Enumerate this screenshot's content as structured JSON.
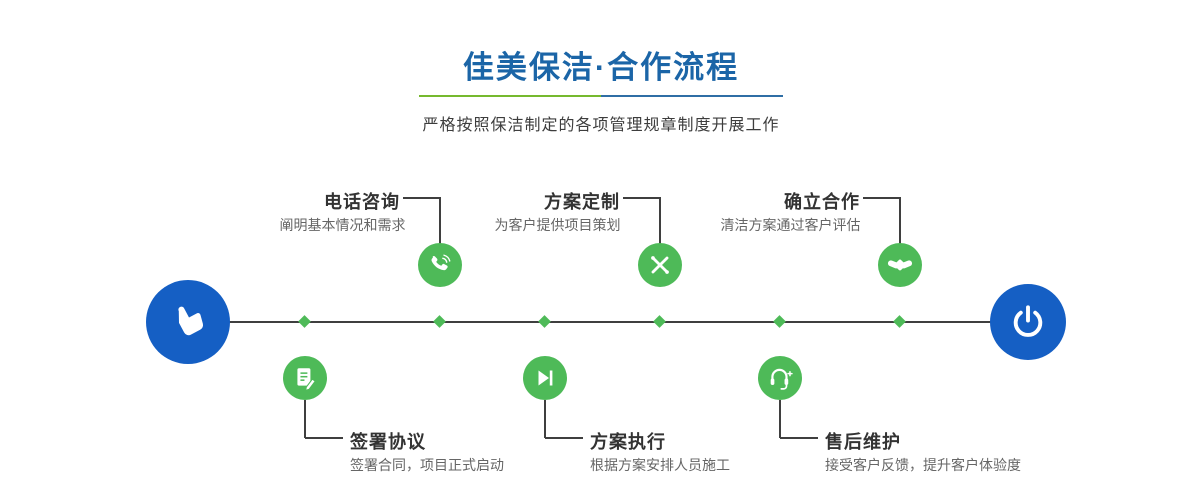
{
  "header": {
    "title": "佳美保洁·合作流程",
    "subtitle": "严格按照保洁制定的各项管理规章制度开展工作"
  },
  "colors": {
    "title_blue": "#1b65a7",
    "node_blue": "#155fc4",
    "step_green": "#4eba58",
    "connector_dark": "#3f3f3f",
    "divider_green": "#76b92e",
    "divider_blue": "#2f6ea5",
    "step_title_text": "#333333",
    "step_desc_text": "#666666"
  },
  "timeline": {
    "start": {
      "icon": "hand-pointer-icon"
    },
    "end": {
      "icon": "power-icon"
    },
    "top_steps": [
      {
        "title": "电话咨询",
        "desc": "阐明基本情况和需求",
        "icon": "phone-icon"
      },
      {
        "title": "方案定制",
        "desc": "为客户提供项目策划",
        "icon": "pencil-ruler-icon"
      },
      {
        "title": "确立合作",
        "desc": "清洁方案通过客户评估",
        "icon": "handshake-icon"
      }
    ],
    "bottom_steps": [
      {
        "title": "签署协议",
        "desc": "签署合同，项目正式启动",
        "icon": "document-sign-icon"
      },
      {
        "title": "方案执行",
        "desc": "根据方案安排人员施工",
        "icon": "play-icon"
      },
      {
        "title": "售后维护",
        "desc": "接受客户反馈，提升客户体验度",
        "icon": "headset-icon"
      }
    ]
  }
}
